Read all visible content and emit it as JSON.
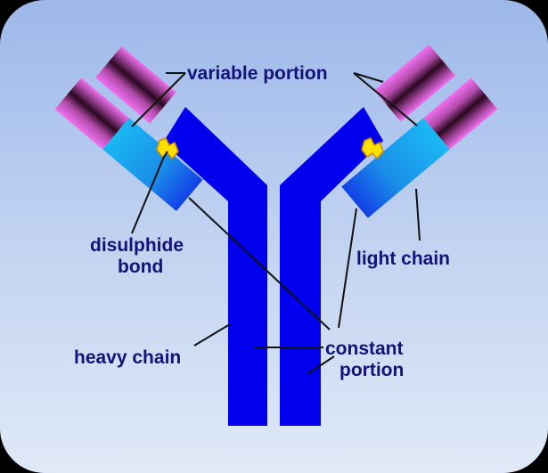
{
  "labels": {
    "variable_portion": "variable portion",
    "disulphide_line1": "disulphide",
    "disulphide_line2": "bond",
    "light_chain": "light chain",
    "heavy_chain": "heavy chain",
    "constant_line1": "constant",
    "constant_line2": "portion"
  },
  "colors": {
    "heavy_chain": "#0000ee",
    "light_chain_constant": "#1aaaf0",
    "variable_region": "#f070f0",
    "variable_dark": "#3a0a28",
    "disulphide_bond": "#ffe000",
    "label_text": "#13137a",
    "leader_lines": "#111111",
    "background_top": "#9db8ea",
    "background_bottom": "#dfe8f6"
  }
}
